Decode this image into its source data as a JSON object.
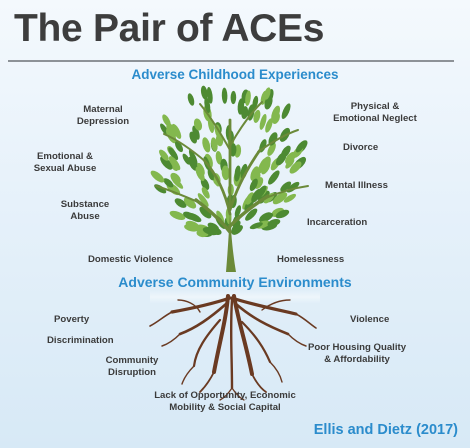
{
  "title": "The Pair of ACEs",
  "top_heading": "Adverse Childhood Experiences",
  "bottom_heading": "Adverse Community Environments",
  "childhood_left": [
    {
      "line1": "Maternal",
      "line2": "Depression"
    },
    {
      "line1": "Emotional &",
      "line2": "Sexual Abuse"
    },
    {
      "line1": "Substance",
      "line2": "Abuse"
    },
    {
      "line1": "Domestic Violence",
      "line2": ""
    }
  ],
  "childhood_right": [
    {
      "line1": "Physical &",
      "line2": "Emotional Neglect"
    },
    {
      "line1": "Divorce",
      "line2": ""
    },
    {
      "line1": "Mental Illness",
      "line2": ""
    },
    {
      "line1": "Incarceration",
      "line2": ""
    },
    {
      "line1": "Homelessness",
      "line2": ""
    }
  ],
  "community": [
    {
      "line1": "Poverty",
      "line2": ""
    },
    {
      "line1": "Discrimination",
      "line2": ""
    },
    {
      "line1": "Community",
      "line2": "Disruption"
    },
    {
      "line1": "Lack of Opportunity, Economic",
      "line2": "Mobility & Social Capital"
    },
    {
      "line1": "Violence",
      "line2": ""
    },
    {
      "line1": "Poor Housing Quality",
      "line2": "& Affordability"
    }
  ],
  "credit": "Ellis and Dietz (2017)",
  "colors": {
    "title": "#3d3d3d",
    "accent_blue": "#2b8ccc",
    "leaf_dark": "#4d8a32",
    "leaf_light": "#83b84e",
    "trunk": "#6b8a39",
    "roots": "#6a3a22"
  },
  "icons": {
    "tree": "tree-with-leaves-icon",
    "roots": "tangled-roots-icon"
  }
}
